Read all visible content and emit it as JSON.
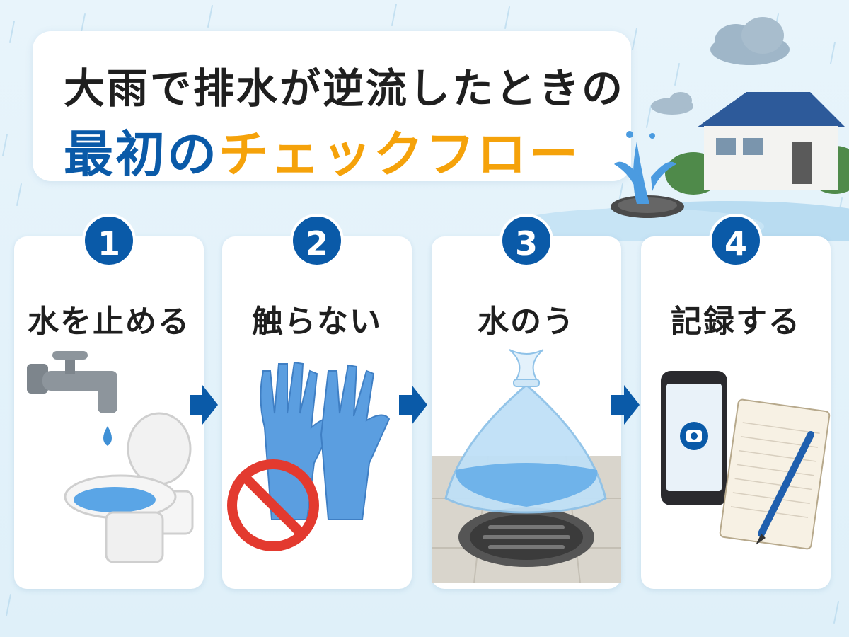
{
  "title": {
    "line1": "大雨で排水が逆流したときの",
    "line2_blue": "最初の",
    "line2_orange": "チェックフロー"
  },
  "steps": [
    {
      "number": "1",
      "label": "水を止める",
      "icons": [
        "faucet-icon",
        "toilet-icon"
      ]
    },
    {
      "number": "2",
      "label": "触らない",
      "icons": [
        "gloves-icon",
        "prohibited-icon"
      ]
    },
    {
      "number": "3",
      "label": "水のう",
      "icons": [
        "water-bag-icon",
        "drain-grate-icon"
      ]
    },
    {
      "number": "4",
      "label": "記録する",
      "icons": [
        "smartphone-camera-icon",
        "notebook-pen-icon"
      ]
    }
  ],
  "colors": {
    "blue": "#0a5aa8",
    "orange": "#f5a20a",
    "prohibit_red": "#e33a2f",
    "glove_blue": "#5b9ee0"
  }
}
